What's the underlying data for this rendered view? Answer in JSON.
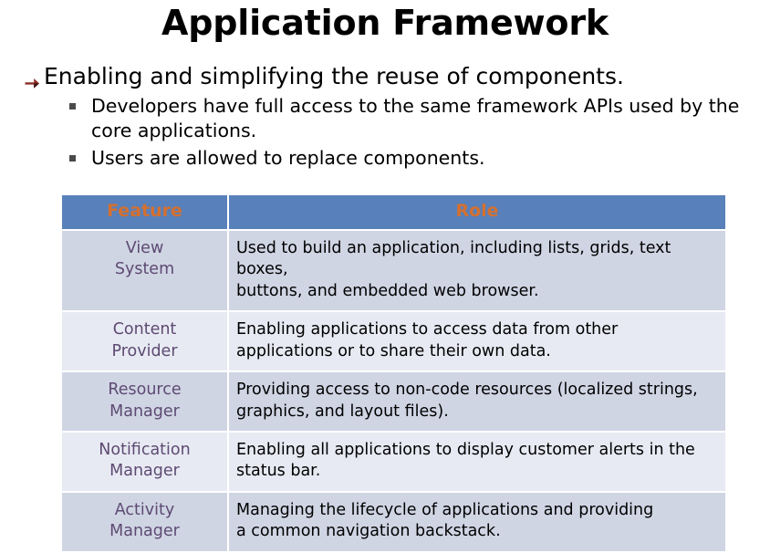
{
  "slide": {
    "title": "Application Framework",
    "bullets": [
      {
        "level": 1,
        "marker": "arrow-marker",
        "text": "Enabling and simplifying the reuse of components."
      },
      {
        "level": 2,
        "marker": "square-marker",
        "text": "Developers have full access to the same framework APIs used by the core applications."
      },
      {
        "level": 2,
        "marker": "square-marker",
        "text": "Users are allowed to replace components."
      }
    ],
    "table": {
      "headers": [
        "Feature",
        "Role"
      ],
      "rows": [
        {
          "feature_line1": "View",
          "feature_line2": "System",
          "role_line1": "Used to build an application, including lists, grids, text boxes,",
          "role_line2": "buttons, and embedded web browser."
        },
        {
          "feature_line1": "Content",
          "feature_line2": "Provider",
          "role_line1": "Enabling applications to access data from other",
          "role_line2": "applications or to share their own data."
        },
        {
          "feature_line1": "Resource",
          "feature_line2": "Manager",
          "role_line1": "Providing access to non-code resources (localized strings,",
          "role_line2": "graphics, and layout files)."
        },
        {
          "feature_line1": "Notification",
          "feature_line2": "Manager",
          "role_line1": "Enabling all applications to display customer alerts in the",
          "role_line2": "status bar."
        },
        {
          "feature_line1": "Activity",
          "feature_line2": "Manager",
          "role_line1": "Managing the lifecycle of applications and providing",
          "role_line2": "a common navigation backstack."
        }
      ]
    }
  },
  "colors": {
    "header_background": "#5880ba",
    "header_text": "#d4702f",
    "row_odd_background": "#d0d5e4",
    "row_even_background": "#e8eaf3",
    "feature_text": "#5d4a72",
    "role_text": "#000000",
    "arrow_bullet": "#8c2f28",
    "square_bullet": "#4a4a4a",
    "title_text": "#000000",
    "slide_background": "#ffffff"
  }
}
